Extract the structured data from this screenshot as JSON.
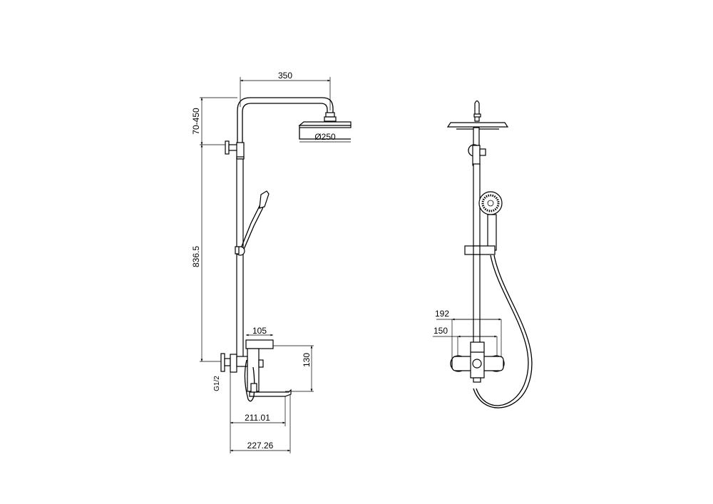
{
  "side_view": {
    "dims": {
      "arm_reach": "350",
      "height_adjust": "70-450",
      "head_diameter": "Ø250",
      "bar_height": "836.5",
      "mixer_width": "105",
      "mixer_height": "130",
      "thread": "G1/2",
      "spout_depth": "211.01",
      "total_depth": "227.26"
    }
  },
  "front_view": {
    "dims": {
      "max_centers": "192",
      "min_centers": "150"
    }
  }
}
